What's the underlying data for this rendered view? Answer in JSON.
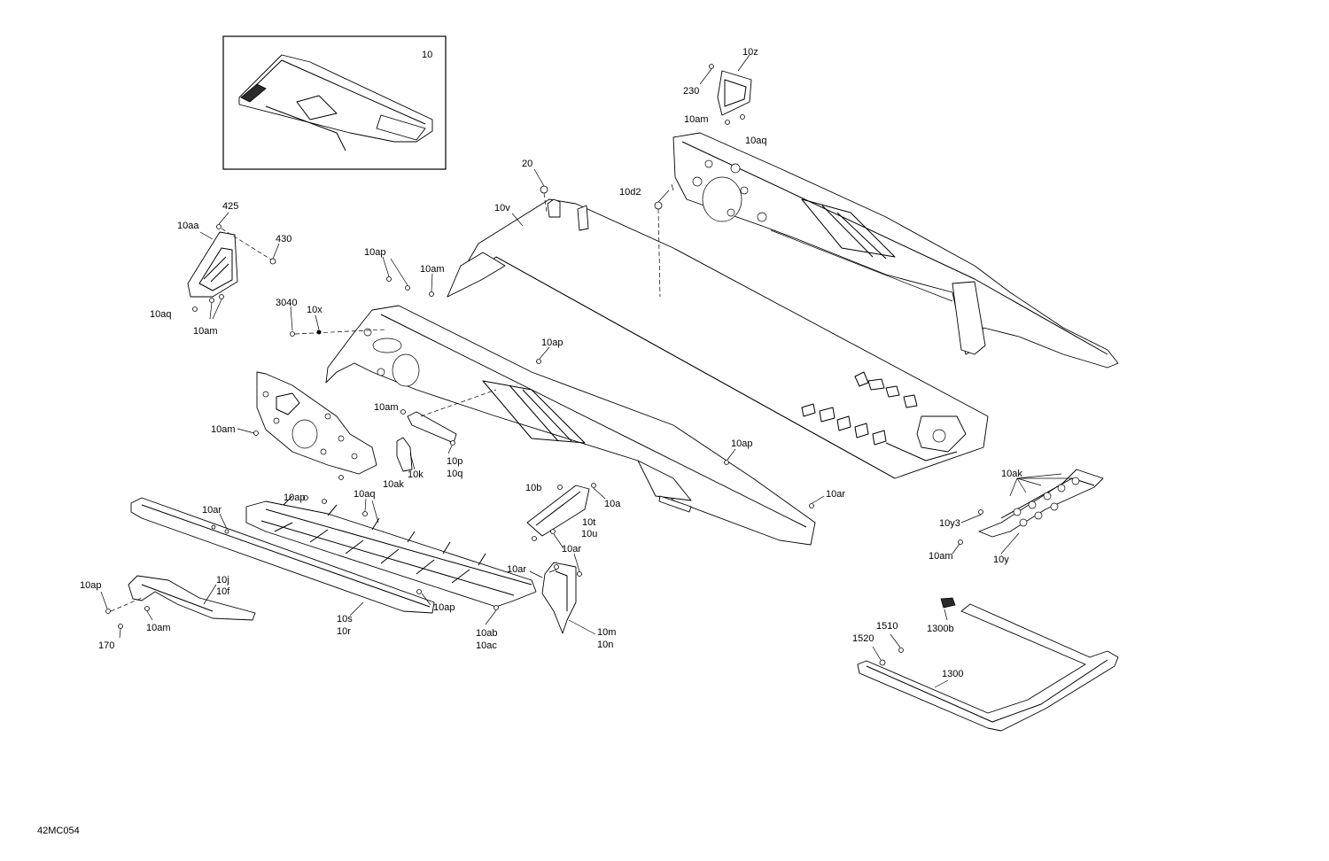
{
  "drawing": {
    "code": "42MC054",
    "inset_label": "10"
  },
  "labels": [
    {
      "id": "l-10z",
      "text": "10z"
    },
    {
      "id": "l-230",
      "text": "230"
    },
    {
      "id": "l-10am-a",
      "text": "10am"
    },
    {
      "id": "l-10aq-a",
      "text": "10aq"
    },
    {
      "id": "l-20",
      "text": "20"
    },
    {
      "id": "l-10d2",
      "text": "10d2"
    },
    {
      "id": "l-10v",
      "text": "10v"
    },
    {
      "id": "l-425",
      "text": "425"
    },
    {
      "id": "l-10aa",
      "text": "10aa"
    },
    {
      "id": "l-430",
      "text": "430"
    },
    {
      "id": "l-10ap-a",
      "text": "10ap"
    },
    {
      "id": "l-10am-b",
      "text": "10am"
    },
    {
      "id": "l-10aq-b",
      "text": "10aq"
    },
    {
      "id": "l-10am-c",
      "text": "10am"
    },
    {
      "id": "l-3040",
      "text": "3040"
    },
    {
      "id": "l-10x",
      "text": "10x"
    },
    {
      "id": "l-10ap-b",
      "text": "10ap"
    },
    {
      "id": "l-10am-d",
      "text": "10am"
    },
    {
      "id": "l-10am-e",
      "text": "10am"
    },
    {
      "id": "l-10k",
      "text": "10k"
    },
    {
      "id": "l-10ak-a",
      "text": "10ak"
    },
    {
      "id": "l-10p",
      "text": "10p"
    },
    {
      "id": "l-10q",
      "text": "10q"
    },
    {
      "id": "l-10ap-c",
      "text": "10ap"
    },
    {
      "id": "l-10aq-c",
      "text": "10aq"
    },
    {
      "id": "l-10ap-d",
      "text": "10ap"
    },
    {
      "id": "l-10b",
      "text": "10b"
    },
    {
      "id": "l-10a",
      "text": "10a"
    },
    {
      "id": "l-10ar-a",
      "text": "10ar"
    },
    {
      "id": "l-10ar-b",
      "text": "10ar"
    },
    {
      "id": "l-10t",
      "text": "10t"
    },
    {
      "id": "l-10u",
      "text": "10u"
    },
    {
      "id": "l-10ar-c",
      "text": "10ar"
    },
    {
      "id": "l-10ar-d",
      "text": "10ar"
    },
    {
      "id": "l-10ak-b",
      "text": "10ak"
    },
    {
      "id": "l-10y3",
      "text": "10y3"
    },
    {
      "id": "l-10am-f",
      "text": "10am"
    },
    {
      "id": "l-10y",
      "text": "10y"
    },
    {
      "id": "l-10ap-e",
      "text": "10ap"
    },
    {
      "id": "l-10j",
      "text": "10j"
    },
    {
      "id": "l-10f",
      "text": "10f"
    },
    {
      "id": "l-10am-g",
      "text": "10am"
    },
    {
      "id": "l-170",
      "text": "170"
    },
    {
      "id": "l-10ap-f",
      "text": "10ap"
    },
    {
      "id": "l-10s",
      "text": "10s"
    },
    {
      "id": "l-10r",
      "text": "10r"
    },
    {
      "id": "l-10ab",
      "text": "10ab"
    },
    {
      "id": "l-10ac",
      "text": "10ac"
    },
    {
      "id": "l-10m",
      "text": "10m"
    },
    {
      "id": "l-10n",
      "text": "10n"
    },
    {
      "id": "l-1300b",
      "text": "1300b"
    },
    {
      "id": "l-1510",
      "text": "1510"
    },
    {
      "id": "l-1520",
      "text": "1520"
    },
    {
      "id": "l-1300",
      "text": "1300"
    }
  ]
}
